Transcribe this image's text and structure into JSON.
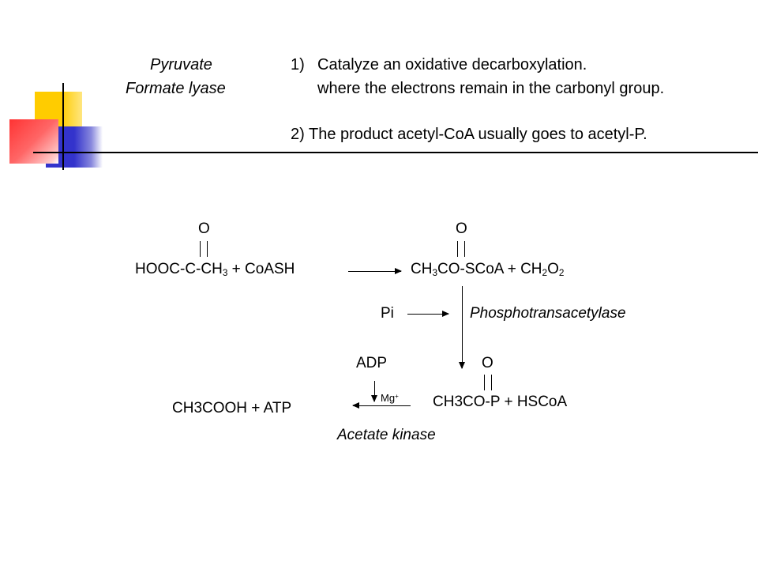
{
  "header": {
    "enzyme_line1": "Pyruvate",
    "enzyme_line2": "Formate lyase",
    "point1_num": "1)",
    "point1_line1": "Catalyze an oxidative decarboxylation.",
    "point1_line2": "where the electrons remain in the carbonyl group.",
    "point2": "2) The product acetyl-CoA usually goes to acetyl-P."
  },
  "reaction1": {
    "o_left": "O",
    "o_right": "O",
    "reactant_a": "HOOC-C-CH",
    "reactant_sub": "3",
    "reactant_b": " + CoASH",
    "product_a": "CH",
    "product_sub1": "3",
    "product_b": "CO-SCoA + CH",
    "product_sub2": "2",
    "product_c": "O",
    "product_sub3": "2"
  },
  "reaction2": {
    "cofactor": "Pi",
    "enzyme": "Phosphotransacetylase",
    "o_label": "O",
    "product": "CH3CO-P + HSCoA"
  },
  "reaction3": {
    "cofactor": "ADP",
    "ion": "Mg",
    "ion_charge": "+",
    "product": "CH3COOH + ATP",
    "enzyme": "Acetate kinase"
  },
  "decoration_colors": {
    "yellow": "#FFCC00",
    "blue": "#3333CC",
    "red": "#FF3333",
    "line": "#000000"
  }
}
